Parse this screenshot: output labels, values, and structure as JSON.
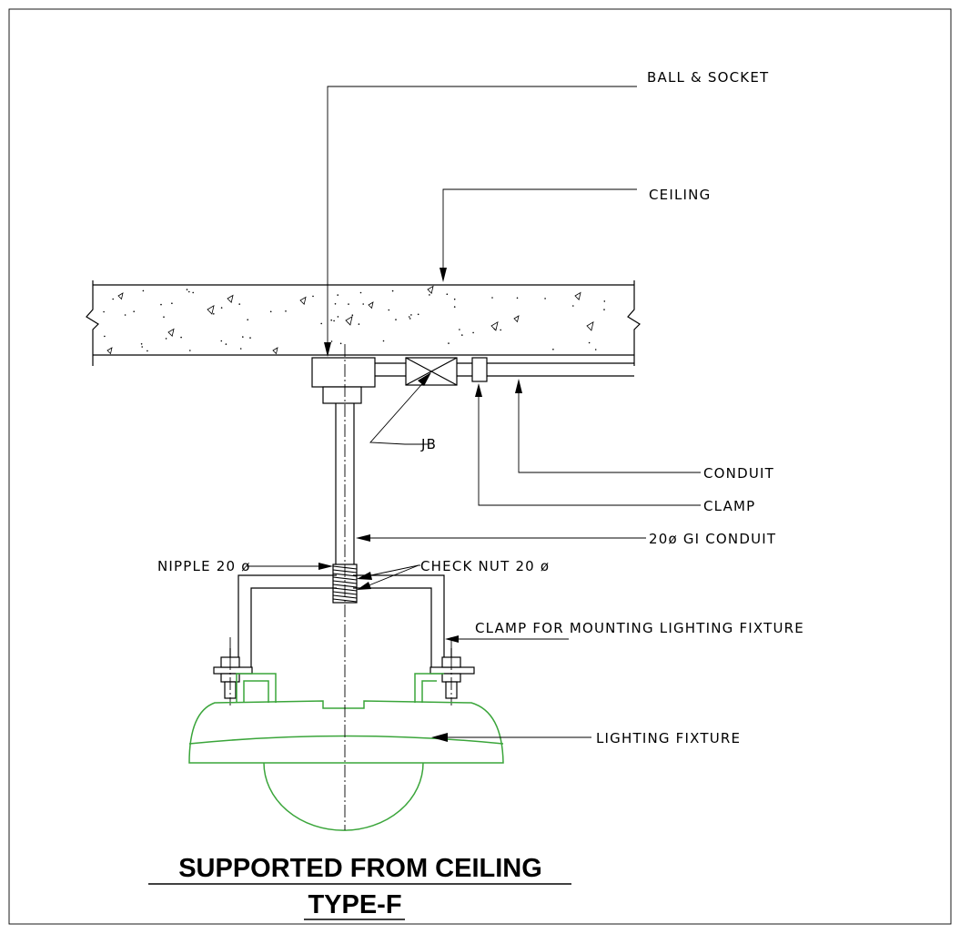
{
  "labels": {
    "ball_socket": "BALL & SOCKET",
    "ceiling": "CEILING",
    "jb": "JB",
    "conduit": "CONDUIT",
    "clamp": "CLAMP",
    "gi_conduit": "20ø GI CONDUIT",
    "nipple": "NIPPLE 20 ø",
    "check_nut": "CHECK NUT 20 ø",
    "clamp_mounting": "CLAMP FOR MOUNTING LIGHTING FIXTURE",
    "lighting_fixture": "LIGHTING FIXTURE"
  },
  "title": {
    "line1": "SUPPORTED FROM CEILING",
    "line2": "TYPE-F"
  },
  "colors": {
    "line": "#000000",
    "fixture": "#3aa53a",
    "background": "#ffffff"
  }
}
